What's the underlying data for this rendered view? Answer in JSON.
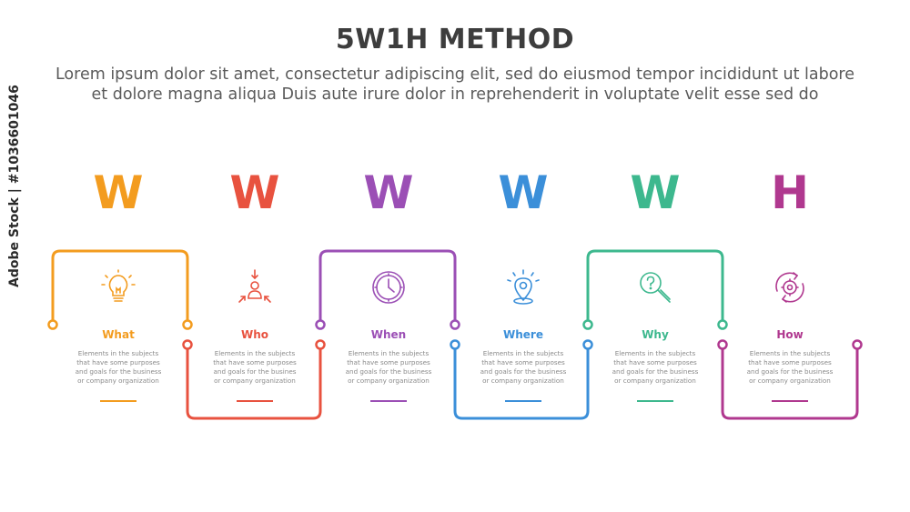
{
  "header": {
    "title": "5W1H METHOD",
    "subtitle_line1": "Lorem ipsum dolor sit amet, consectetur adipiscing elit, sed do eiusmod tempor incididunt ut labore",
    "subtitle_line2": "et dolore magna aliqua Duis aute irure dolor in reprehenderit in voluptate velit esse sed do"
  },
  "steps": [
    {
      "letter": "W",
      "label": "What",
      "color": "#f39c1f",
      "icon": "lightbulb-icon",
      "desc": [
        "Elements in the subjects",
        "that have some purposes",
        "and goals for the  business",
        "or company organization"
      ]
    },
    {
      "letter": "W",
      "label": "Who",
      "color": "#e8523f",
      "icon": "people-icon",
      "desc": [
        "Elements in the subjects",
        "that have some purposes",
        "and goals for the  busines",
        "or company organization"
      ]
    },
    {
      "letter": "W",
      "label": "When",
      "color": "#9b4fb5",
      "icon": "clock-icon",
      "desc": [
        "Elements in the subjects",
        "that have some purposes",
        "and goals for the  business",
        "or company organization"
      ]
    },
    {
      "letter": "W",
      "label": "Where",
      "color": "#3b8fd9",
      "icon": "location-pin-icon",
      "desc": [
        "Elements in the subjects",
        "that have some purposes",
        "and goals for the  business",
        "or company organization"
      ]
    },
    {
      "letter": "W",
      "label": "Why",
      "color": "#3db88e",
      "icon": "magnifier-question-icon",
      "desc": [
        "Elements in the subjects",
        "that have some purposes",
        "and goals for the  business",
        "or company organization"
      ]
    },
    {
      "letter": "H",
      "label": "How",
      "color": "#b0388f",
      "icon": "gear-cycle-icon",
      "desc": [
        "Elements in the subjects",
        "that have some purposes",
        "and goals for the  business",
        "or company organization"
      ]
    }
  ],
  "watermark": "Adobe Stock | #1036601046"
}
